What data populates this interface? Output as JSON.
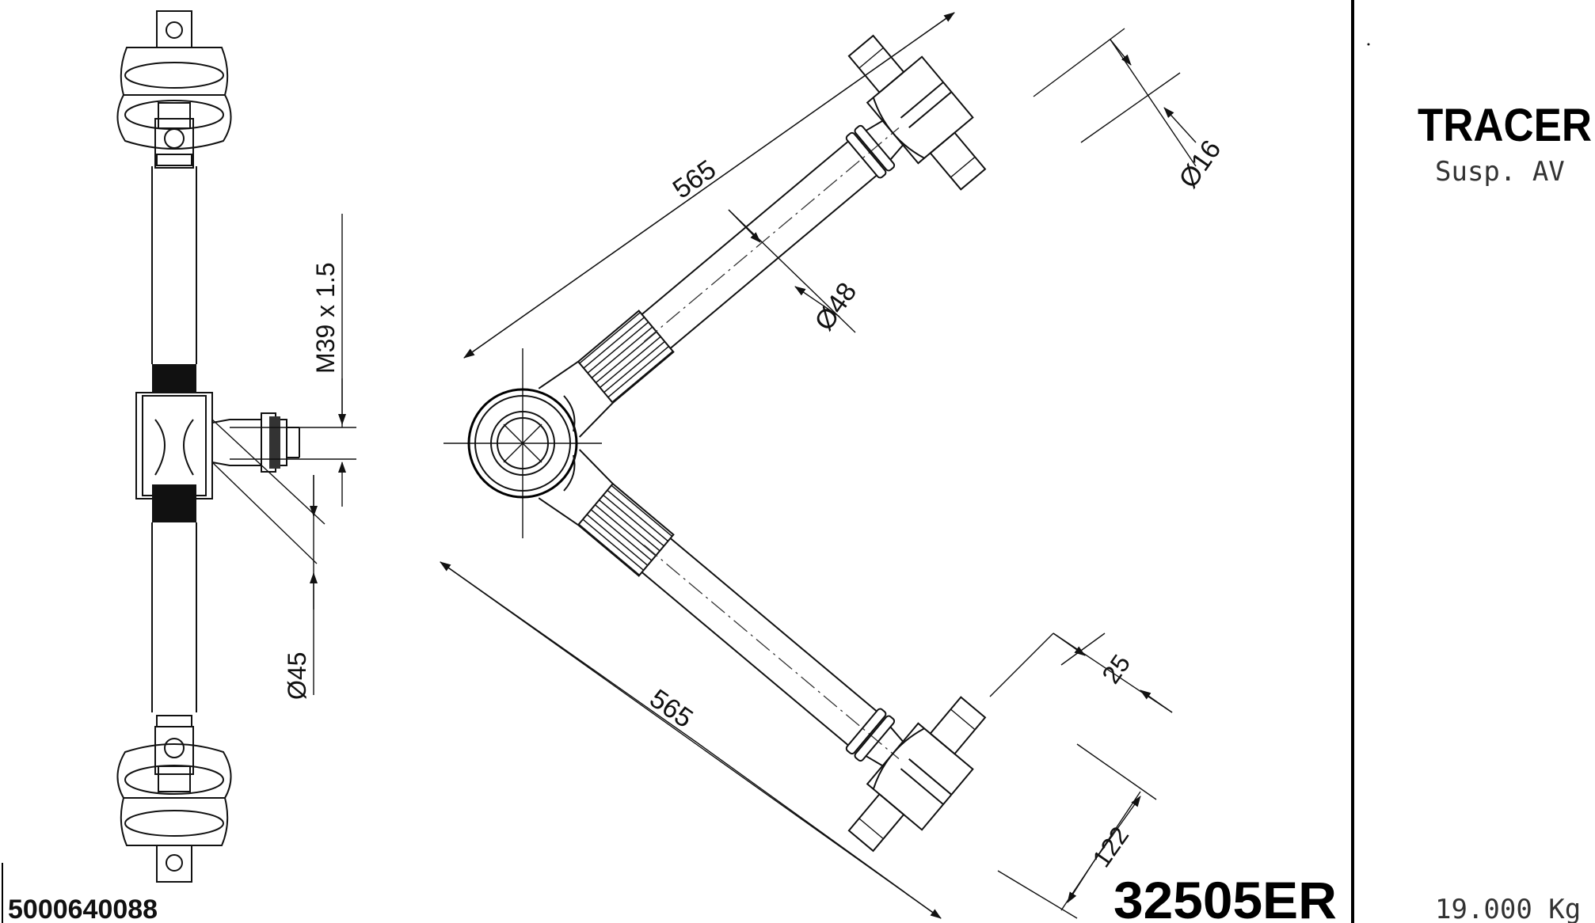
{
  "title_block": {
    "brand": "TRACER",
    "subtitle": "Susp. AV",
    "weight": "19.000 Kg",
    "part_number": "32505ER",
    "ref_code": "5000640088"
  },
  "dimensions": {
    "upper_arm_length": "565",
    "lower_arm_length": "565",
    "rod_diameter": "Ø48",
    "pin_diameter": "Ø16",
    "bushing_width": "25",
    "pin_length": "122",
    "ball_joint_diameter": "Ø45",
    "thread": "M39 x 1.5"
  }
}
